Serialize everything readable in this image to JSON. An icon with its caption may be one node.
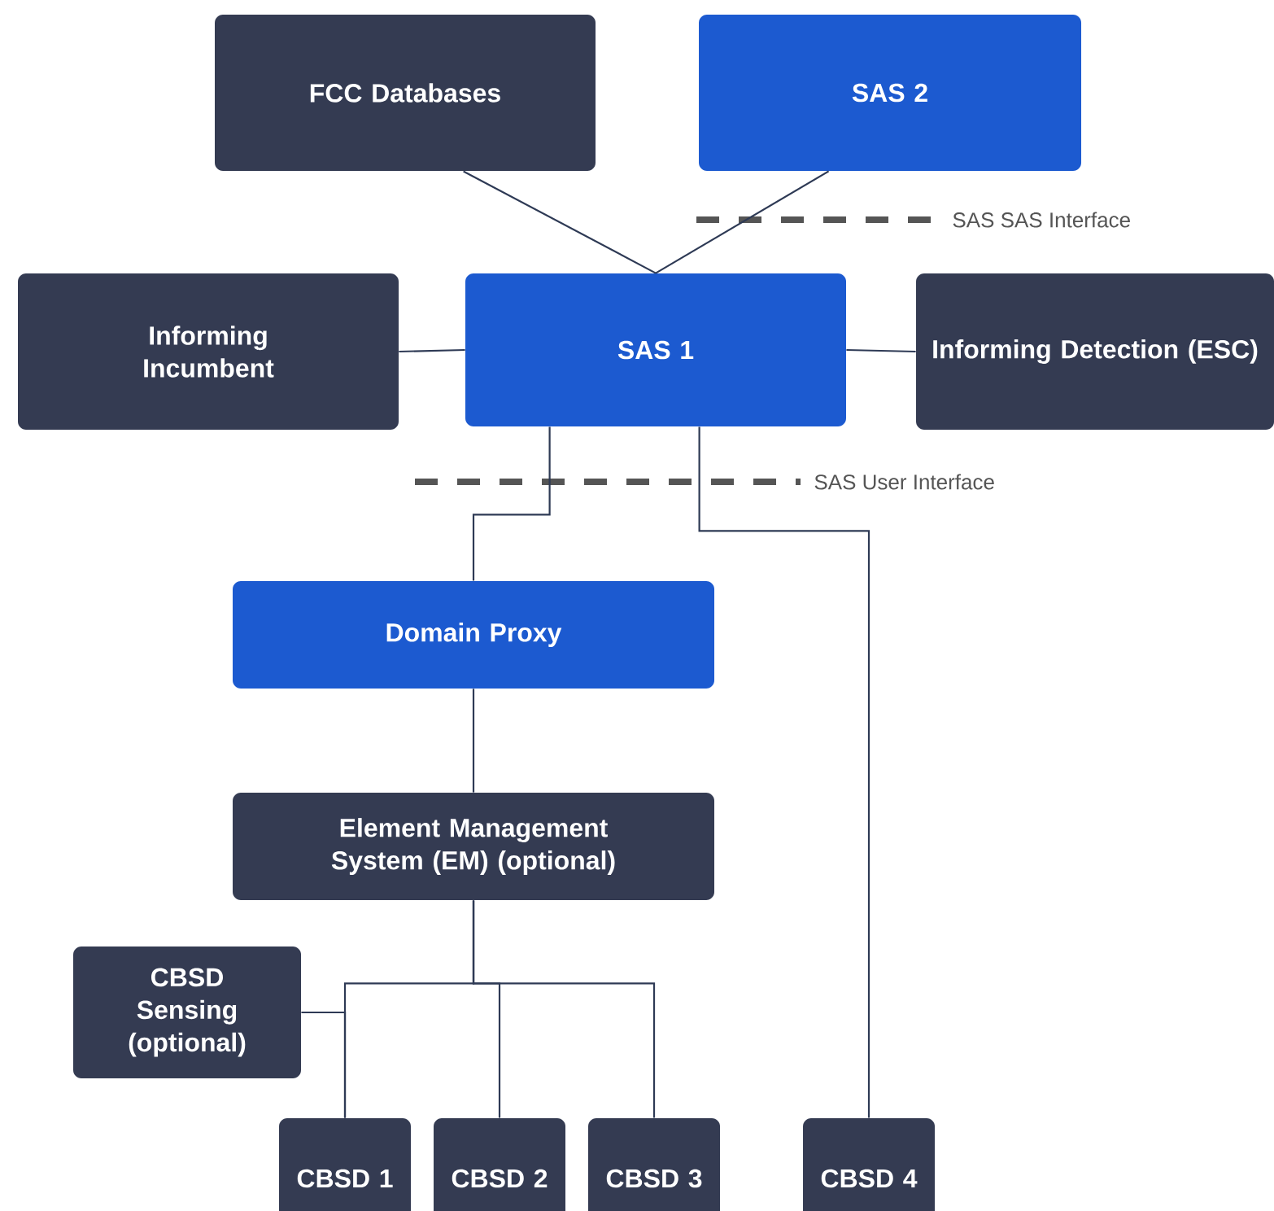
{
  "diagram": {
    "nodes": [
      {
        "text": [
          "FCC Databases"
        ]
      },
      {
        "text": [
          "SAS 2"
        ]
      },
      {
        "text": [
          "Informing Incumbent"
        ]
      },
      {
        "text": [
          "SAS 1"
        ]
      },
      {
        "text": [
          "Informing Detection (ESC)"
        ]
      },
      {
        "text": [
          "Domain Proxy"
        ]
      },
      {
        "text": [
          "Element Management System (EM) (optional)"
        ]
      },
      {
        "text": [
          "CBSD Sensing (optional)"
        ]
      },
      {
        "text": [
          "CBSD 1"
        ]
      },
      {
        "text": [
          "CBSD 2"
        ]
      },
      {
        "text": [
          "CBSD 3"
        ]
      },
      {
        "text": [
          "CBSD 4"
        ]
      }
    ],
    "edges": [
      {
        "from": 0,
        "to": 3,
        "arrow": "none"
      },
      {
        "from": 1,
        "to": 3,
        "arrow": "none"
      },
      {
        "from": 2,
        "to": 3,
        "arrow": "none"
      },
      {
        "from": 3,
        "to": 4,
        "arrow": "none"
      },
      {
        "from": 3,
        "to": 5,
        "arrow": "none"
      },
      {
        "from": 3,
        "to": 11,
        "arrow": "none"
      },
      {
        "from": 5,
        "to": 6,
        "arrow": "none"
      },
      {
        "from": 6,
        "to": 8,
        "arrow": "none"
      },
      {
        "from": 6,
        "to": 9,
        "arrow": "none"
      },
      {
        "from": 6,
        "to": 10,
        "arrow": "none"
      },
      {
        "from": 7,
        "to": 8,
        "arrow": "none"
      }
    ],
    "labels": [
      "SAS SAS Interface",
      "SAS User Interface"
    ]
  }
}
